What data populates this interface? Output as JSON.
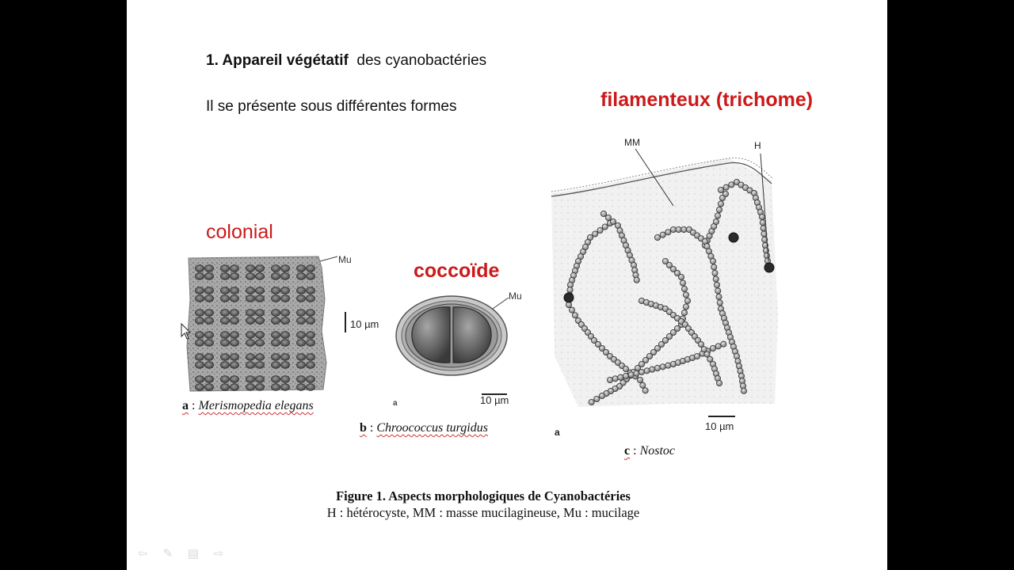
{
  "slide": {
    "title_bold": "1. Appareil végétatif",
    "title_rest": "des cyanobactéries",
    "subtitle": "Il se présente sous différentes formes",
    "labels": {
      "filamenteux": "filamenteux (trichome)",
      "colonial": "colonial",
      "coccoide": "coccoïde"
    },
    "colors": {
      "slide_bg": "#ffffff",
      "frame_bg": "#000000",
      "label_red": "#cc1a1a"
    }
  },
  "figure": {
    "panel_a": {
      "letter": "a",
      "species": "Merismopedia elegans",
      "marker": "Mu",
      "scale": "10 µm"
    },
    "panel_b": {
      "letter": "b",
      "species": "Chroococcus turgidus",
      "marker": "Mu",
      "scale": "10 µm",
      "corner_letter": "a"
    },
    "panel_c": {
      "letter": "c",
      "species": "Nostoc",
      "marker_mm": "MM",
      "marker_h": "H",
      "scale": "10 µm",
      "corner_letter": "a"
    },
    "caption_title": "Figure  1. Aspects morphologiques  de Cyanobactéries",
    "caption_legend": "H : hétérocyste, MM : masse mucilagineuse, Mu : mucilage"
  },
  "controls": {
    "icons": [
      "previous-arrow-icon",
      "pen-icon",
      "menu-icon",
      "next-arrow-icon"
    ],
    "glyphs": {
      "prev": "⇦",
      "pen": "✎",
      "menu": "▤",
      "next": "⇨"
    }
  }
}
